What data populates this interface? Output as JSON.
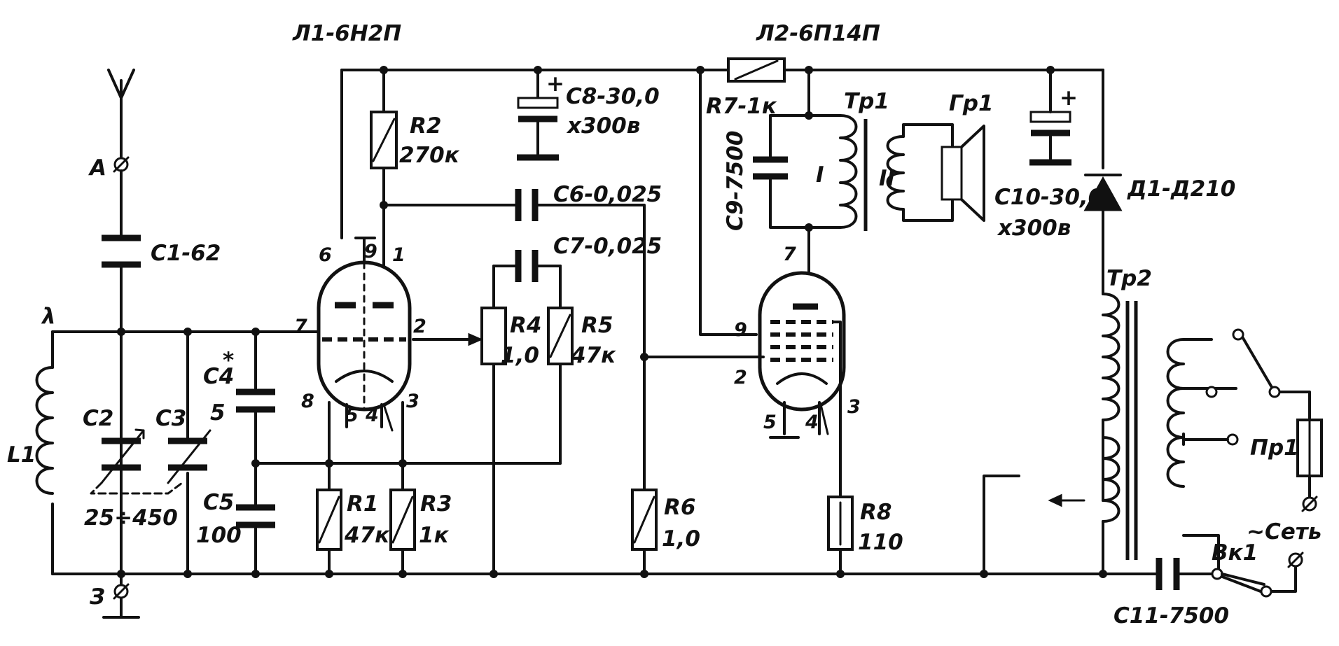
{
  "tubes": {
    "l1": {
      "label": "Л1-6Н2П",
      "pins": {
        "p6": "6",
        "p9": "9",
        "p1": "1",
        "p7": "7",
        "p2": "2",
        "p8": "8",
        "p3": "3",
        "p5": "5",
        "p4": "4"
      }
    },
    "l2": {
      "label": "Л2-6П14П",
      "pins": {
        "p7": "7",
        "p9": "9",
        "p2": "2",
        "p3": "3",
        "p5": "5",
        "p4": "4"
      }
    }
  },
  "terminals": {
    "antenna": "А",
    "ground": "З",
    "mains": "~Сеть"
  },
  "capacitors": {
    "c1": "С1-62",
    "c2": "С2",
    "c3": "С3",
    "c2_c3_range": "25÷450",
    "c4": "С4",
    "c4_mark": "*",
    "c4_value": "5",
    "c5": "С5",
    "c5_value": "100",
    "c6": "С6-0,025",
    "c7": "С7-0,025",
    "c8": "С8-30,0",
    "c8_voltage": "х300в",
    "c9": "С9-7500",
    "c10": "С10-30,0",
    "c10_voltage": "х300в",
    "c11": "С11-7500"
  },
  "resistors": {
    "r1": "R1",
    "r1_value": "47к",
    "r2": "R2",
    "r2_value": "270к",
    "r3": "R3",
    "r3_value": "1к",
    "r4": "R4",
    "r4_value": "1,0",
    "r5": "R5",
    "r5_value": "47к",
    "r6": "R6",
    "r6_value": "1,0",
    "r7": "R7-1к",
    "r8": "R8",
    "r8_value": "110"
  },
  "inductors": {
    "l1": "L1",
    "l1_tap": "λ"
  },
  "transformers": {
    "tr1": "Тр1",
    "tr1_primary": "I",
    "tr1_secondary": "II",
    "tr2": "Тр2"
  },
  "misc": {
    "speaker": "Гр1",
    "diode": "Д1-Д210",
    "fuse": "Пр1",
    "switch": "Вк1",
    "plus_c8": "+",
    "plus_c10": "+"
  }
}
